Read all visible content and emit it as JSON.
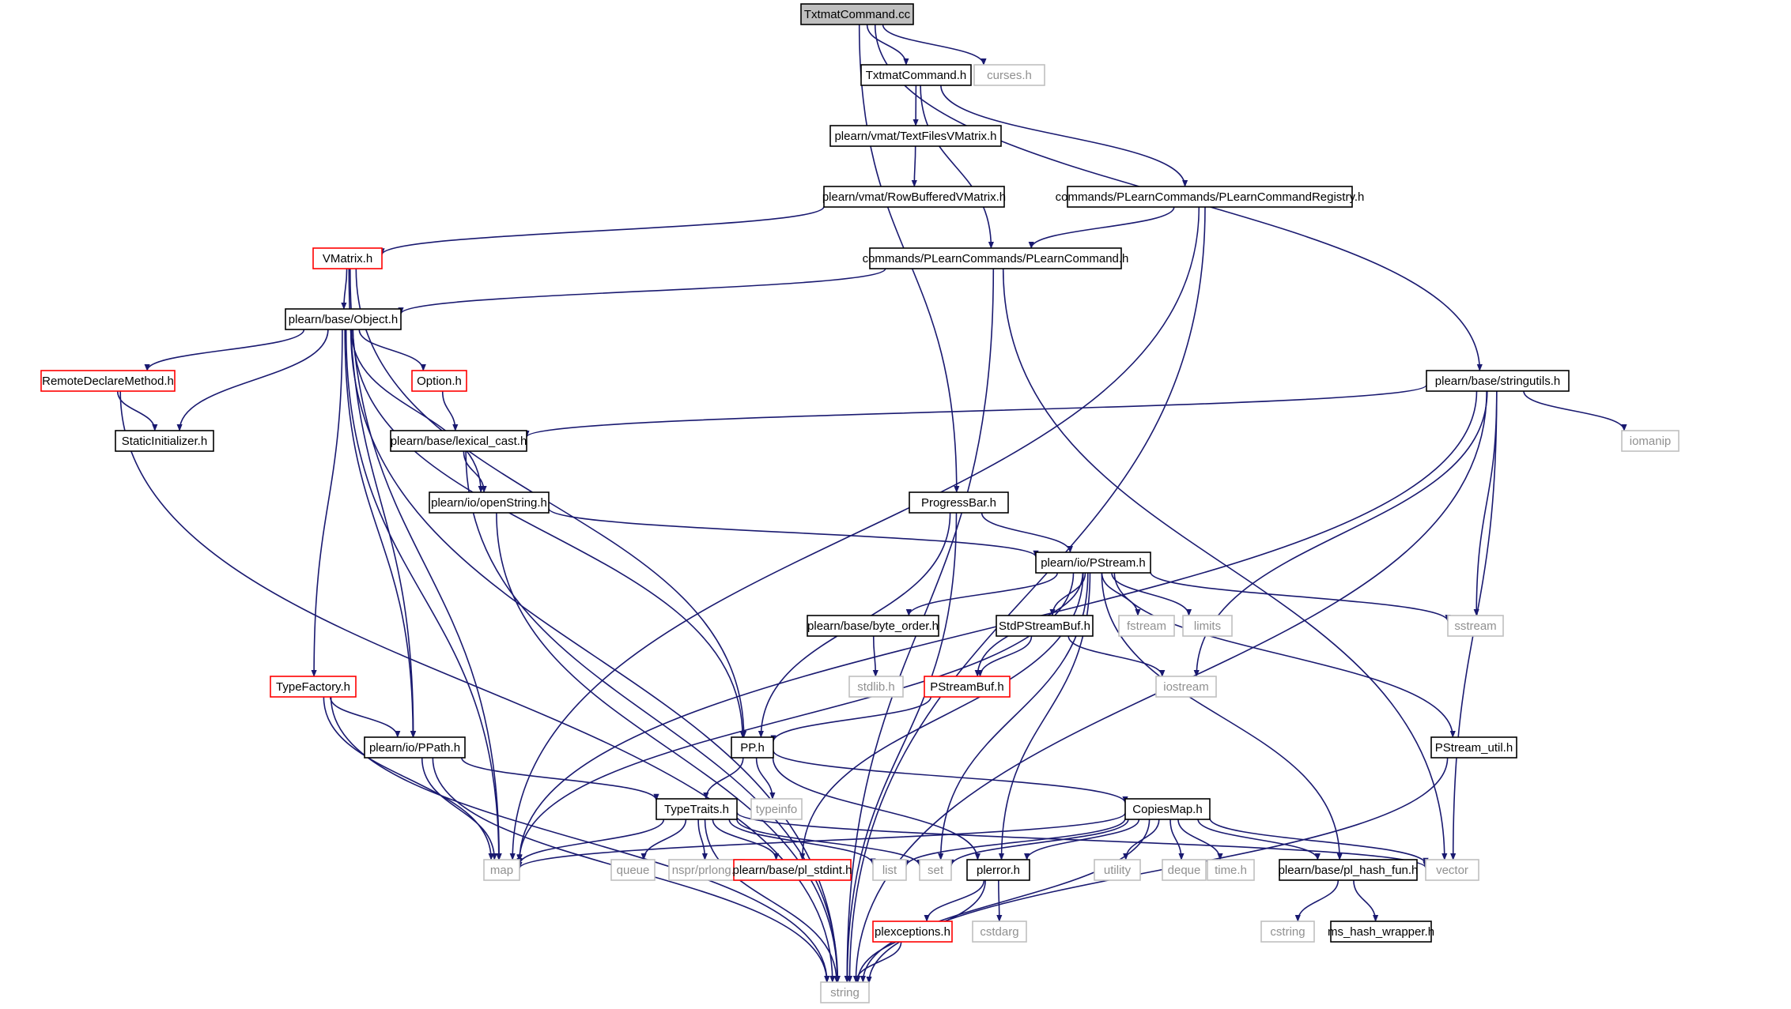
{
  "diagram": {
    "nodes": [
      {
        "id": "root",
        "label": "TxtmatCommand.cc",
        "style": "root"
      },
      {
        "id": "txtmath",
        "label": "TxtmatCommand.h",
        "style": "black"
      },
      {
        "id": "curses",
        "label": "curses.h",
        "style": "gray"
      },
      {
        "id": "textfiles",
        "label": "plearn/vmat/TextFilesVMatrix.h",
        "style": "black"
      },
      {
        "id": "rowbuf",
        "label": "plearn/vmat/RowBufferedVMatrix.h",
        "style": "black"
      },
      {
        "id": "registry",
        "label": "commands/PLearnCommands/PLearnCommandRegistry.h",
        "style": "black"
      },
      {
        "id": "plcmd",
        "label": "commands/PLearnCommands/PLearnCommand.h",
        "style": "black"
      },
      {
        "id": "vmatrix",
        "label": "VMatrix.h",
        "style": "red"
      },
      {
        "id": "object",
        "label": "plearn/base/Object.h",
        "style": "black"
      },
      {
        "id": "stringutils",
        "label": "plearn/base/stringutils.h",
        "style": "black"
      },
      {
        "id": "remote",
        "label": "RemoteDeclareMethod.h",
        "style": "red"
      },
      {
        "id": "option",
        "label": "Option.h",
        "style": "red"
      },
      {
        "id": "iomanip",
        "label": "iomanip",
        "style": "gray"
      },
      {
        "id": "staticinit",
        "label": "StaticInitializer.h",
        "style": "black"
      },
      {
        "id": "lexical",
        "label": "plearn/base/lexical_cast.h",
        "style": "black"
      },
      {
        "id": "openstring",
        "label": "plearn/io/openString.h",
        "style": "black"
      },
      {
        "id": "progress",
        "label": "ProgressBar.h",
        "style": "black"
      },
      {
        "id": "pstream",
        "label": "plearn/io/PStream.h",
        "style": "black"
      },
      {
        "id": "byteorder",
        "label": "plearn/base/byte_order.h",
        "style": "black"
      },
      {
        "id": "stdpsbuf",
        "label": "StdPStreamBuf.h",
        "style": "black"
      },
      {
        "id": "fstream",
        "label": "fstream",
        "style": "gray"
      },
      {
        "id": "limits",
        "label": "limits",
        "style": "gray"
      },
      {
        "id": "sstream",
        "label": "sstream",
        "style": "gray"
      },
      {
        "id": "typefactory",
        "label": "TypeFactory.h",
        "style": "red"
      },
      {
        "id": "stdlib",
        "label": "stdlib.h",
        "style": "gray"
      },
      {
        "id": "psbuf",
        "label": "PStreamBuf.h",
        "style": "red"
      },
      {
        "id": "iostream",
        "label": "iostream",
        "style": "gray"
      },
      {
        "id": "pputil",
        "label": "PStream_util.h",
        "style": "black"
      },
      {
        "id": "ppath",
        "label": "plearn/io/PPath.h",
        "style": "black"
      },
      {
        "id": "pp",
        "label": "PP.h",
        "style": "black"
      },
      {
        "id": "typeinfo",
        "label": "typeinfo",
        "style": "gray"
      },
      {
        "id": "typetraits",
        "label": "TypeTraits.h",
        "style": "black"
      },
      {
        "id": "copiesmap",
        "label": "CopiesMap.h",
        "style": "black"
      },
      {
        "id": "map",
        "label": "map",
        "style": "gray"
      },
      {
        "id": "queue",
        "label": "queue",
        "style": "gray"
      },
      {
        "id": "prlong",
        "label": "nspr/prlong.h",
        "style": "gray"
      },
      {
        "id": "plstdint",
        "label": "plearn/base/pl_stdint.h",
        "style": "red"
      },
      {
        "id": "list",
        "label": "list",
        "style": "gray"
      },
      {
        "id": "set",
        "label": "set",
        "style": "gray"
      },
      {
        "id": "plerror",
        "label": "plerror.h",
        "style": "black"
      },
      {
        "id": "utility",
        "label": "utility",
        "style": "gray"
      },
      {
        "id": "deque",
        "label": "deque",
        "style": "gray"
      },
      {
        "id": "timeh",
        "label": "time.h",
        "style": "gray"
      },
      {
        "id": "hashfun",
        "label": "plearn/base/pl_hash_fun.h",
        "style": "black"
      },
      {
        "id": "vector",
        "label": "vector",
        "style": "gray"
      },
      {
        "id": "plexc",
        "label": "plexceptions.h",
        "style": "red"
      },
      {
        "id": "cstdarg",
        "label": "cstdarg",
        "style": "gray"
      },
      {
        "id": "cstring",
        "label": "cstring",
        "style": "gray"
      },
      {
        "id": "mshash",
        "label": "ms_hash_wrapper.h",
        "style": "black"
      },
      {
        "id": "string",
        "label": "string",
        "style": "gray"
      }
    ],
    "edges": [
      [
        "root",
        "txtmath"
      ],
      [
        "root",
        "curses"
      ],
      [
        "root",
        "progress"
      ],
      [
        "root",
        "stringutils"
      ],
      [
        "txtmath",
        "textfiles"
      ],
      [
        "txtmath",
        "registry"
      ],
      [
        "txtmath",
        "plcmd"
      ],
      [
        "textfiles",
        "rowbuf"
      ],
      [
        "rowbuf",
        "vmatrix"
      ],
      [
        "registry",
        "plcmd"
      ],
      [
        "registry",
        "map"
      ],
      [
        "registry",
        "string"
      ],
      [
        "plcmd",
        "object"
      ],
      [
        "plcmd",
        "vector"
      ],
      [
        "plcmd",
        "string"
      ],
      [
        "vmatrix",
        "object"
      ],
      [
        "vmatrix",
        "map"
      ],
      [
        "vmatrix",
        "ppath"
      ],
      [
        "vmatrix",
        "pp"
      ],
      [
        "object",
        "remote"
      ],
      [
        "object",
        "staticinit"
      ],
      [
        "object",
        "option"
      ],
      [
        "object",
        "typefactory"
      ],
      [
        "object",
        "ppath"
      ],
      [
        "object",
        "map"
      ],
      [
        "object",
        "pp"
      ],
      [
        "object",
        "openstring"
      ],
      [
        "object",
        "string"
      ],
      [
        "remote",
        "staticinit"
      ],
      [
        "remote",
        "string"
      ],
      [
        "option",
        "lexical"
      ],
      [
        "lexical",
        "openstring"
      ],
      [
        "lexical",
        "string"
      ],
      [
        "openstring",
        "pstream"
      ],
      [
        "openstring",
        "string"
      ],
      [
        "stringutils",
        "lexical"
      ],
      [
        "stringutils",
        "iomanip"
      ],
      [
        "stringutils",
        "sstream"
      ],
      [
        "stringutils",
        "iostream"
      ],
      [
        "stringutils",
        "vector"
      ],
      [
        "stringutils",
        "map"
      ],
      [
        "stringutils",
        "string"
      ],
      [
        "progress",
        "pstream"
      ],
      [
        "progress",
        "pp"
      ],
      [
        "progress",
        "string"
      ],
      [
        "pstream",
        "byteorder"
      ],
      [
        "pstream",
        "stdpsbuf"
      ],
      [
        "pstream",
        "fstream"
      ],
      [
        "pstream",
        "limits"
      ],
      [
        "pstream",
        "sstream"
      ],
      [
        "pstream",
        "psbuf"
      ],
      [
        "pstream",
        "pputil"
      ],
      [
        "pstream",
        "map"
      ],
      [
        "pstream",
        "plstdint"
      ],
      [
        "pstream",
        "set"
      ],
      [
        "pstream",
        "plerror"
      ],
      [
        "pstream",
        "hashfun"
      ],
      [
        "byteorder",
        "stdlib"
      ],
      [
        "stdpsbuf",
        "psbuf"
      ],
      [
        "stdpsbuf",
        "iostream"
      ],
      [
        "psbuf",
        "pp"
      ],
      [
        "pputil",
        "string"
      ],
      [
        "typefactory",
        "ppath"
      ],
      [
        "typefactory",
        "map"
      ],
      [
        "typefactory",
        "string"
      ],
      [
        "ppath",
        "typetraits"
      ],
      [
        "ppath",
        "map"
      ],
      [
        "ppath",
        "string"
      ],
      [
        "pp",
        "typetraits"
      ],
      [
        "pp",
        "typeinfo"
      ],
      [
        "pp",
        "copiesmap"
      ],
      [
        "pp",
        "plerror"
      ],
      [
        "typetraits",
        "map"
      ],
      [
        "typetraits",
        "queue"
      ],
      [
        "typetraits",
        "prlong"
      ],
      [
        "typetraits",
        "plstdint"
      ],
      [
        "typetraits",
        "list"
      ],
      [
        "typetraits",
        "set"
      ],
      [
        "typetraits",
        "vector"
      ],
      [
        "typetraits",
        "string"
      ],
      [
        "copiesmap",
        "map"
      ],
      [
        "copiesmap",
        "list"
      ],
      [
        "copiesmap",
        "set"
      ],
      [
        "copiesmap",
        "plerror"
      ],
      [
        "copiesmap",
        "utility"
      ],
      [
        "copiesmap",
        "deque"
      ],
      [
        "copiesmap",
        "timeh"
      ],
      [
        "copiesmap",
        "hashfun"
      ],
      [
        "copiesmap",
        "vector"
      ],
      [
        "copiesmap",
        "string"
      ],
      [
        "plerror",
        "plexc"
      ],
      [
        "plerror",
        "cstdarg"
      ],
      [
        "plerror",
        "string"
      ],
      [
        "plexc",
        "string"
      ],
      [
        "hashfun",
        "cstring"
      ],
      [
        "hashfun",
        "mshash"
      ]
    ]
  },
  "colors": {
    "edge": "#191970",
    "root_fill": "#bfbfbf",
    "black_border": "#000000",
    "red_border": "#ff0000",
    "gray_border": "#bfbfbf",
    "gray_text": "#909090"
  }
}
